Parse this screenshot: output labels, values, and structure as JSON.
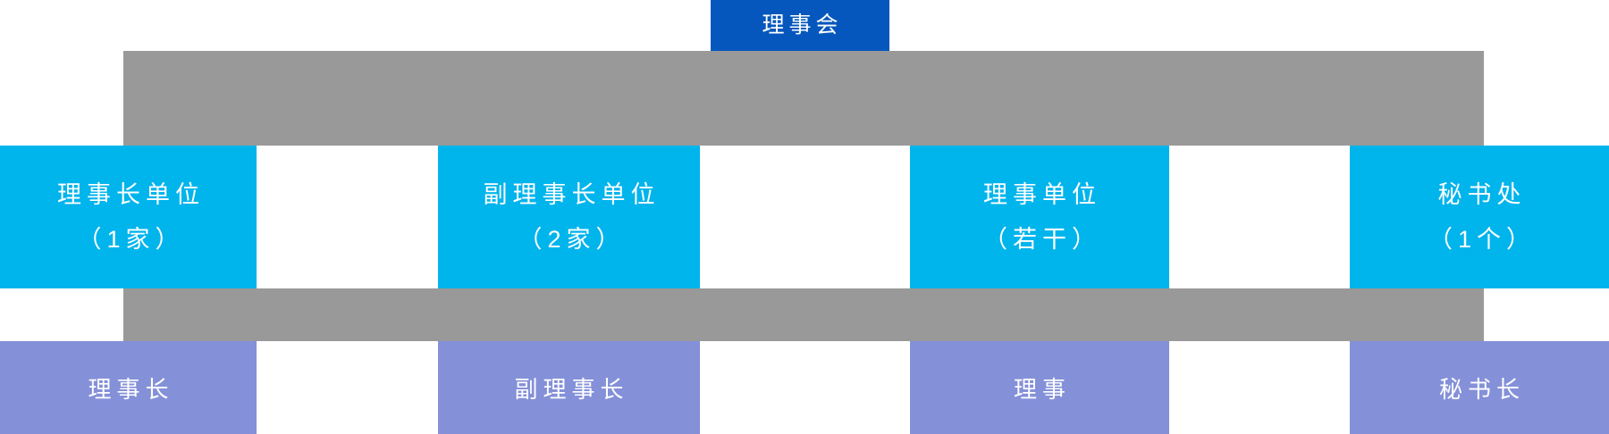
{
  "chart_data": {
    "type": "diagram",
    "title": "理事会",
    "colors": {
      "root": "#0557bd",
      "unit": "#00b4ec",
      "role": "#8490d8",
      "connector": "#999999",
      "text": "#ffffff",
      "background": "#ffffff"
    },
    "levels": [
      {
        "name": "root",
        "nodes": [
          {
            "label": "理事会"
          }
        ]
      },
      {
        "name": "units",
        "nodes": [
          {
            "title": "理事长单位",
            "count": "（1家）"
          },
          {
            "title": "副理事长单位",
            "count": "（2家）"
          },
          {
            "title": "理事单位",
            "count": "（若干）"
          },
          {
            "title": "秘书处",
            "count": "（1个）"
          }
        ]
      },
      {
        "name": "roles",
        "nodes": [
          {
            "label": "理事长"
          },
          {
            "label": "副理事长"
          },
          {
            "label": "理事"
          },
          {
            "label": "秘书长"
          }
        ]
      }
    ]
  },
  "root": {
    "label": "理事会"
  },
  "units": [
    {
      "title": "理事长单位",
      "count": "（1家）"
    },
    {
      "title": "副理事长单位",
      "count": "（2家）"
    },
    {
      "title": "理事单位",
      "count": "（若干）"
    },
    {
      "title": "秘书处",
      "count": "（1个）"
    }
  ],
  "roles": [
    {
      "label": "理事长"
    },
    {
      "label": "副理事长"
    },
    {
      "label": "理事"
    },
    {
      "label": "秘书长"
    }
  ]
}
